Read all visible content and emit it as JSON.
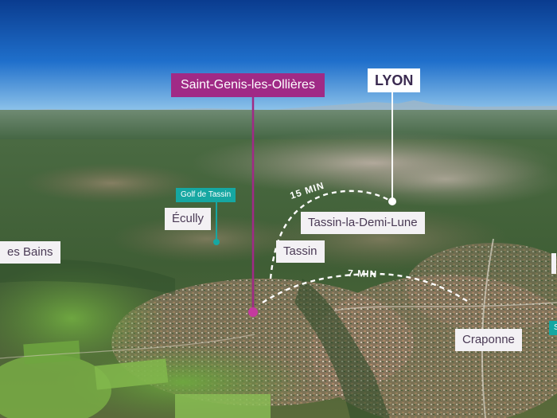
{
  "labels": {
    "main_location": "Saint-Genis-les-Ollières",
    "lyon": "LYON",
    "golf": "Golf de Tassin",
    "ecully": "Écully",
    "charbonnieres": "es Bains",
    "tassin_demi_lune": "Tassin-la-Demi-Lune",
    "tassin": "Tassin",
    "craponne": "Craponne",
    "edge_right_small": "S"
  },
  "distances": {
    "outer": "15 MIN",
    "inner": "7 MIN"
  },
  "colors": {
    "accent_magenta": "#a02a86",
    "accent_teal": "#16a7a2",
    "label_bg": "#f3f1f4",
    "label_text": "#4a3a55"
  }
}
